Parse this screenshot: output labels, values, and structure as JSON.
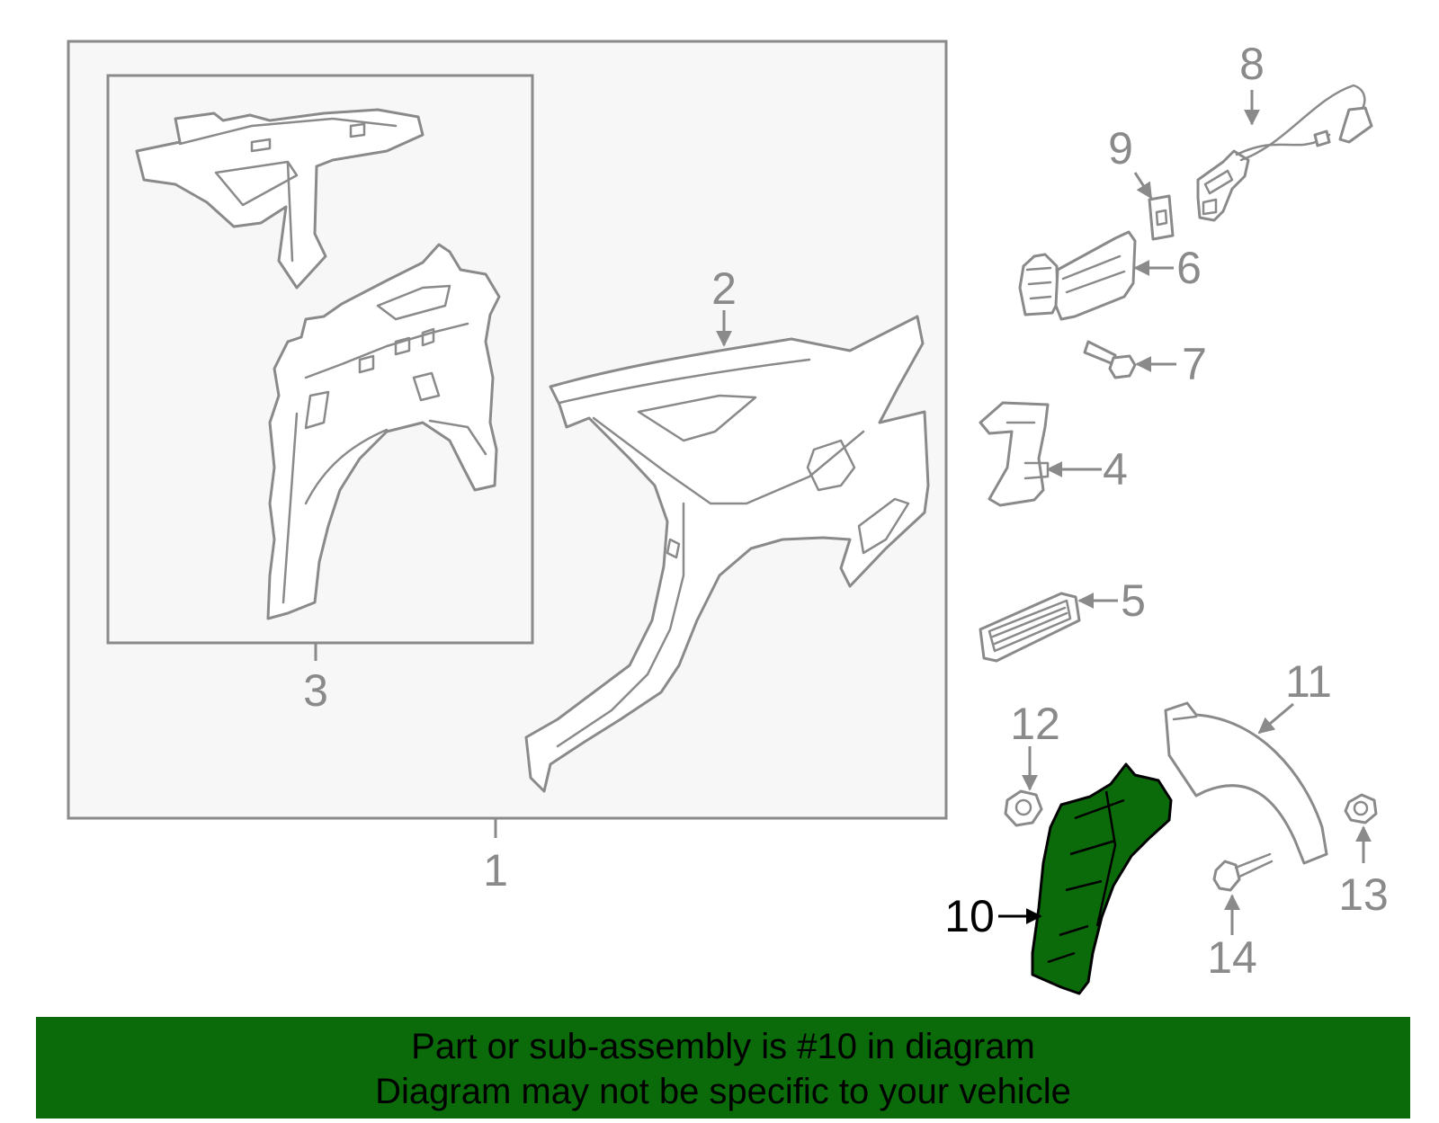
{
  "diagram": {
    "callouts": [
      {
        "id": "1",
        "label": "1",
        "active": false
      },
      {
        "id": "2",
        "label": "2",
        "active": false
      },
      {
        "id": "3",
        "label": "3",
        "active": false
      },
      {
        "id": "4",
        "label": "4",
        "active": false
      },
      {
        "id": "5",
        "label": "5",
        "active": false
      },
      {
        "id": "6",
        "label": "6",
        "active": false
      },
      {
        "id": "7",
        "label": "7",
        "active": false
      },
      {
        "id": "8",
        "label": "8",
        "active": false
      },
      {
        "id": "9",
        "label": "9",
        "active": false
      },
      {
        "id": "10",
        "label": "10",
        "active": true
      },
      {
        "id": "11",
        "label": "11",
        "active": false
      },
      {
        "id": "12",
        "label": "12",
        "active": false
      },
      {
        "id": "13",
        "label": "13",
        "active": false
      },
      {
        "id": "14",
        "label": "14",
        "active": false
      }
    ],
    "highlight_color": "#0b6b0b",
    "line_color": "#8a8a8a",
    "box_fill": "#f7f7f7"
  },
  "banner": {
    "line1": "Part or sub-assembly is #10 in diagram",
    "line2": "Diagram may not be specific to your vehicle",
    "background": "#0b6b0b"
  }
}
